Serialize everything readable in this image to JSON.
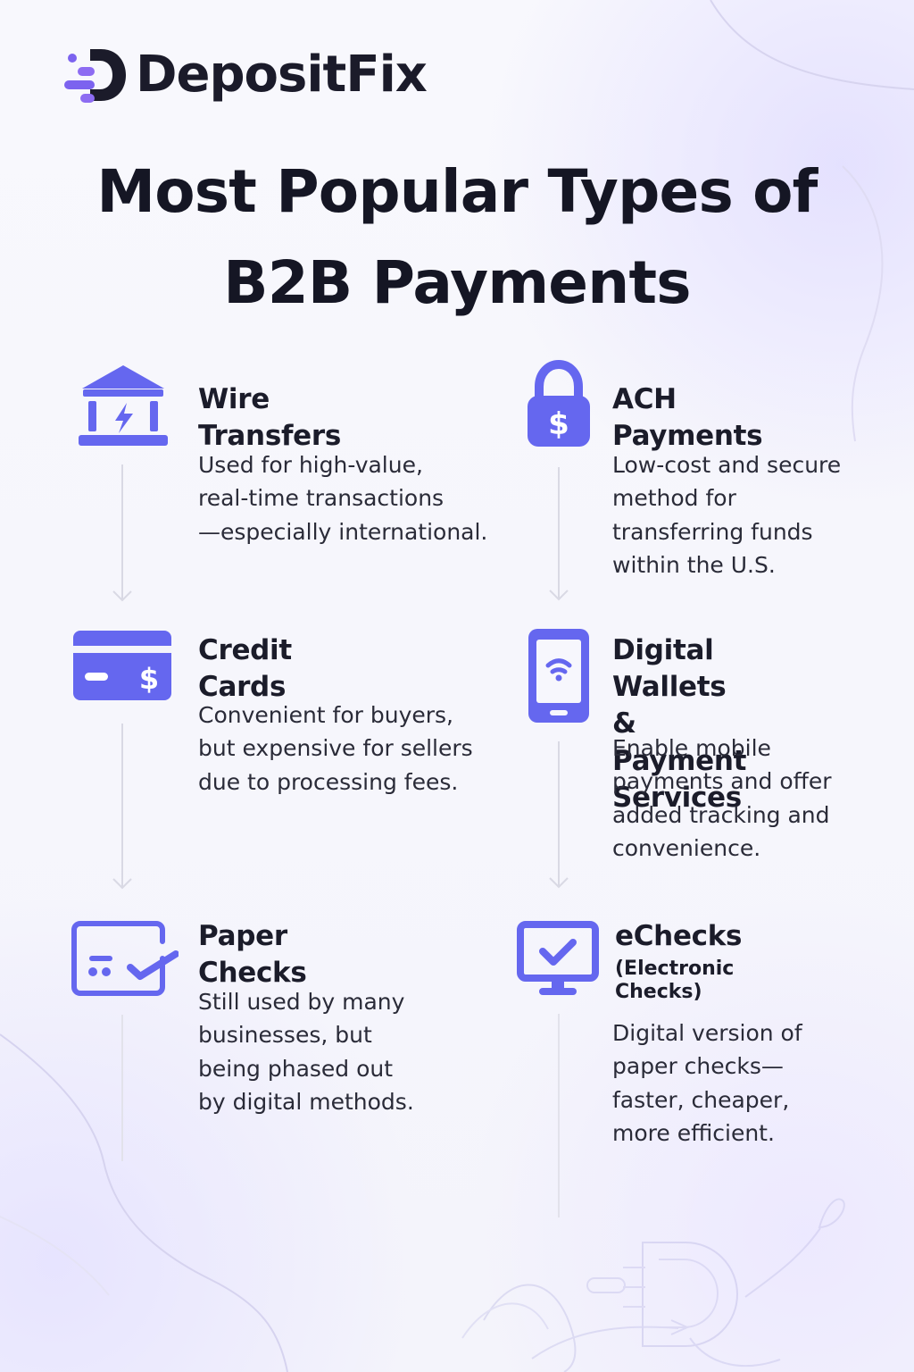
{
  "brand": {
    "name": "DepositFix",
    "accent": "#6567EF",
    "text_color": "#1B1C2A",
    "line_color": "#D9D9E4",
    "background": "#F6F6FC"
  },
  "header": {
    "title_line_1": "Most Popular Types of",
    "title_line_2": "B2B Payments"
  },
  "payment_types": {
    "wire": {
      "icon": "bank-icon",
      "title": "Wire Transfers",
      "description": "Used for high-value,\nreal-time transactions\n—especially international."
    },
    "ach": {
      "icon": "lock-dollar-icon",
      "title": "ACH Payments",
      "description": "Low-cost and secure\nmethod for\ntransferring funds\nwithin the U.S."
    },
    "credit": {
      "icon": "credit-card-icon",
      "title": "Credit Cards",
      "description": "Convenient for buyers,\nbut expensive for sellers\ndue to processing fees."
    },
    "digital": {
      "icon": "smartphone-wifi-icon",
      "title_line_1": "Digital Wallets &",
      "title_line_2": "Payment Services",
      "description": "Enable mobile\npayments and offer\nadded tracking and\nconvenience."
    },
    "paper": {
      "icon": "paper-check-icon",
      "title": "Paper Checks",
      "description": "Still used by many\nbusinesses, but\nbeing phased out\nby digital methods."
    },
    "echeck": {
      "icon": "monitor-check-icon",
      "title": "eChecks",
      "subtitle": "(Electronic Checks)",
      "description": "Digital version of\npaper checks—\nfaster, cheaper,\nmore efficient."
    }
  }
}
